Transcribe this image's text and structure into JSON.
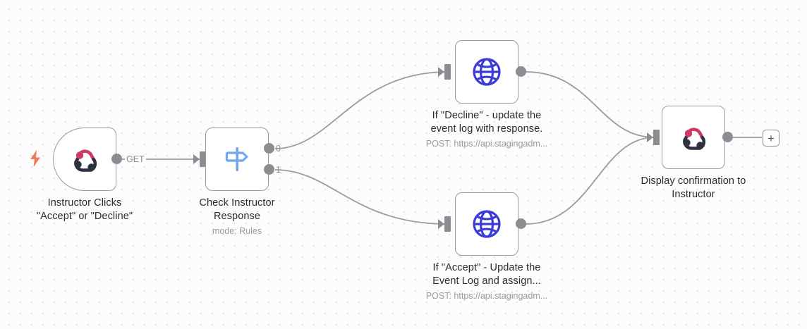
{
  "canvas": {
    "background_color": "#fcfcfc",
    "grid_dot_color": "#d8d8dd",
    "connector_color": "#9a9aa0"
  },
  "colors": {
    "webhook_pink": "#cf3a62",
    "webhook_navy": "#2d3142",
    "globe_blue": "#3b3bd8",
    "switch_blue": "#72a7ef",
    "trigger_bolt": "#ec7a5c",
    "port_gray": "#8c8c92",
    "label_text": "#2b2b36",
    "subtitle_text": "#9a9aa5"
  },
  "nodes": [
    {
      "id": "instructor-clicks-trigger",
      "type": "trigger",
      "icon": "webhook-icon",
      "caption": "Instructor Clicks\n\"Accept\" or \"Decline\"",
      "subtitle": "",
      "output_label": "GET"
    },
    {
      "id": "check-instructor-response",
      "type": "switch",
      "icon": "signpost-icon",
      "caption": "Check Instructor\nResponse",
      "subtitle": "mode: Rules",
      "outputs": [
        "0",
        "1"
      ]
    },
    {
      "id": "decline-http-request",
      "type": "http",
      "icon": "globe-icon",
      "caption": "If \"Decline\" - update the\nevent log with response.",
      "subtitle": "POST: https://api.stagingadm..."
    },
    {
      "id": "accept-http-request",
      "type": "http",
      "icon": "globe-icon",
      "caption": "If \"Accept\" - Update the\nEvent Log and assign...",
      "subtitle": "POST: https://api.stagingadm..."
    },
    {
      "id": "display-confirmation",
      "type": "webhook-response",
      "icon": "webhook-icon",
      "caption": "Display confirmation to\nInstructor",
      "subtitle": ""
    }
  ],
  "add_button": {
    "label": "+"
  }
}
